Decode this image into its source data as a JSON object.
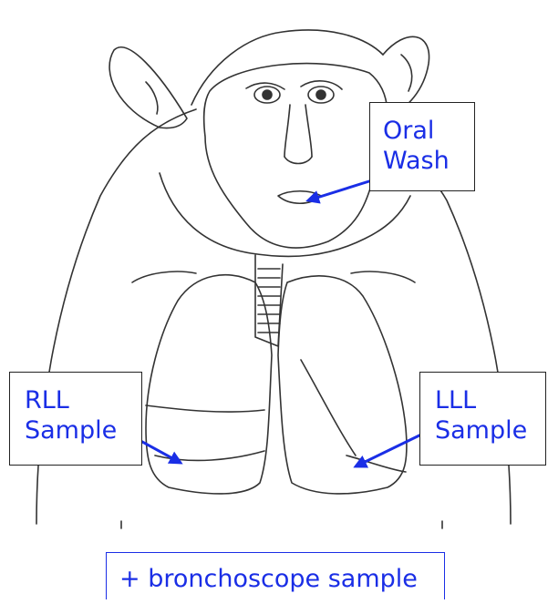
{
  "labels": {
    "oral_wash": [
      "Oral",
      "Wash"
    ],
    "rll_sample": [
      "RLL",
      "Sample"
    ],
    "lll_sample": [
      "LLL",
      "Sample"
    ],
    "bronchoscope": "+ bronchoscope sample"
  },
  "colors": {
    "label_text": "#1a2ee6",
    "arrow": "#1a2ee6",
    "line_art": "#333333"
  },
  "icons": {
    "arrow": "arrow-icon"
  }
}
